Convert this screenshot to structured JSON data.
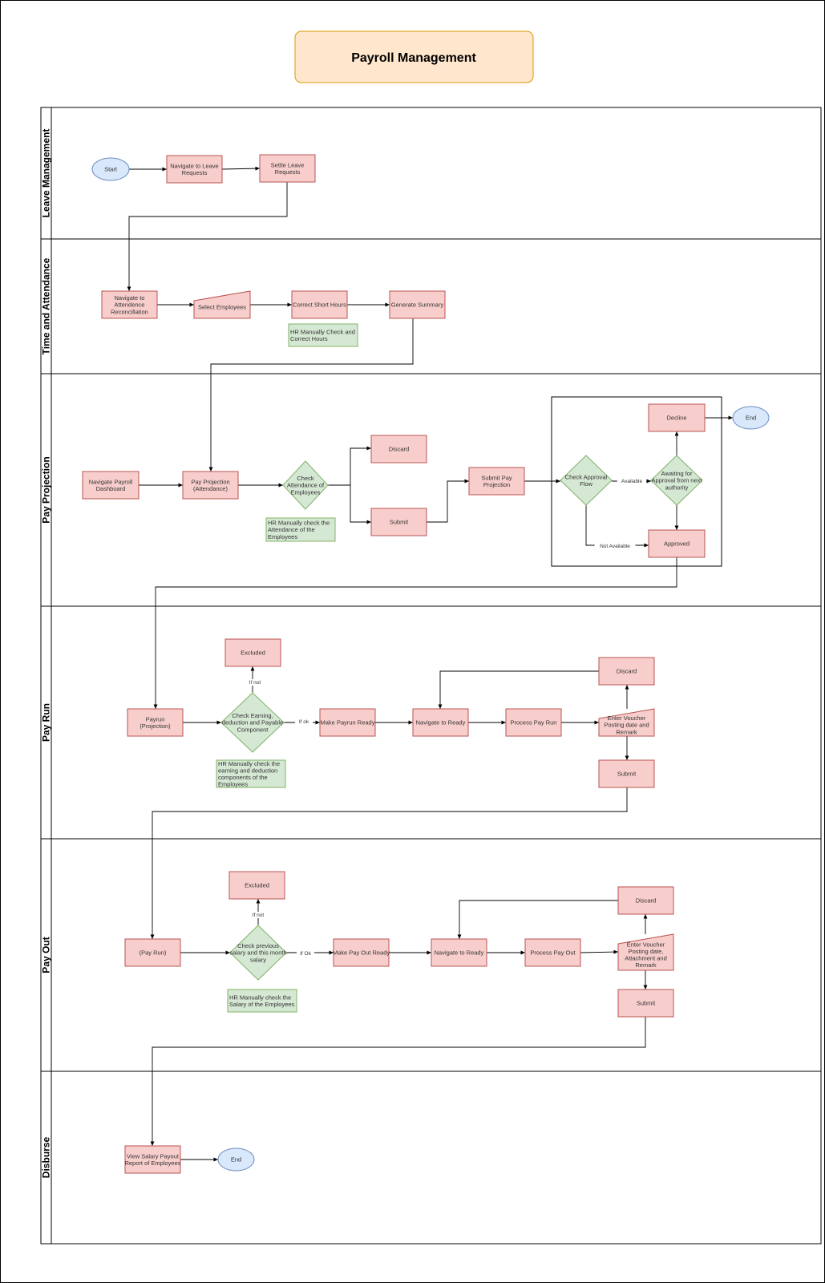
{
  "title": "Payroll Management",
  "colors": {
    "process_fill": "#f8cecc",
    "process_stroke": "#b85450",
    "decision_fill": "#d5e8d4",
    "decision_stroke": "#82b366",
    "note_fill": "#d5e8d4",
    "note_stroke": "#82b366",
    "terminal_fill": "#dae8fc",
    "terminal_stroke": "#6c8ebf",
    "title_fill": "#ffe6cc",
    "title_stroke": "#d79b00",
    "lane_stroke": "#000000",
    "edge": "#000000"
  },
  "lanes": [
    {
      "id": "leave",
      "label": "Leave Management"
    },
    {
      "id": "time",
      "label": "Time and Attendance"
    },
    {
      "id": "projection",
      "label": "Pay Projection"
    },
    {
      "id": "payrun",
      "label": "Pay Run"
    },
    {
      "id": "payout",
      "label": "Pay Out"
    },
    {
      "id": "disburse",
      "label": "Disburse"
    }
  ],
  "nodes": [
    {
      "id": "start",
      "type": "terminal",
      "lines": [
        "Start"
      ]
    },
    {
      "id": "nav_leave",
      "type": "process",
      "lines": [
        "Navigate to Leave",
        "Requests"
      ]
    },
    {
      "id": "settle_leave",
      "type": "process",
      "lines": [
        "Settle Leave",
        "Requests"
      ]
    },
    {
      "id": "nav_att",
      "type": "process",
      "lines": [
        "Navigate to",
        "Attendence",
        "Reconcillation"
      ]
    },
    {
      "id": "select_emp",
      "type": "manual",
      "lines": [
        "Select Employees"
      ]
    },
    {
      "id": "correct_hours",
      "type": "process",
      "lines": [
        "Correct Short Hours"
      ]
    },
    {
      "id": "gen_summary",
      "type": "process",
      "lines": [
        "Generate Summary"
      ]
    },
    {
      "id": "note_hours",
      "type": "note",
      "lines": [
        "HR Manually Check and",
        "Correct Hours"
      ]
    },
    {
      "id": "nav_payroll",
      "type": "process",
      "lines": [
        "Navigate Payroll",
        "Dashboard"
      ]
    },
    {
      "id": "pay_proj",
      "type": "process",
      "lines": [
        "Pay Projection",
        "(Attendance)"
      ]
    },
    {
      "id": "check_att",
      "type": "decision",
      "lines": [
        "Check",
        "Attendance of",
        "Employees"
      ]
    },
    {
      "id": "note_att",
      "type": "note",
      "lines": [
        "HR Manually check the",
        "Attendance of the",
        "Employees"
      ]
    },
    {
      "id": "discard1",
      "type": "process",
      "lines": [
        "Discard"
      ]
    },
    {
      "id": "submit1",
      "type": "process",
      "lines": [
        "Submit"
      ]
    },
    {
      "id": "submit_proj",
      "type": "process",
      "lines": [
        "Submit Pay",
        "Projection"
      ]
    },
    {
      "id": "check_flow",
      "type": "decision",
      "lines": [
        "Check Approval",
        "Flow"
      ]
    },
    {
      "id": "awaiting",
      "type": "decision",
      "lines": [
        "Awaiting for",
        "Approval from next",
        "authority"
      ]
    },
    {
      "id": "decline",
      "type": "process",
      "lines": [
        "Decline"
      ]
    },
    {
      "id": "end1",
      "type": "terminal",
      "lines": [
        "End"
      ]
    },
    {
      "id": "approved",
      "type": "process",
      "lines": [
        "Approved"
      ]
    },
    {
      "id": "payrun_proj",
      "type": "process",
      "lines": [
        "Payrun",
        "(Projection)"
      ]
    },
    {
      "id": "check_earn",
      "type": "decision",
      "lines": [
        "Check Earning,",
        "deduction and Payable",
        "Component"
      ]
    },
    {
      "id": "excluded1",
      "type": "process",
      "lines": [
        "Excluded"
      ]
    },
    {
      "id": "note_earn",
      "type": "note",
      "lines": [
        "HR Manually check the",
        "earning and deduction",
        "components of the",
        "Employees"
      ]
    },
    {
      "id": "make_payrun",
      "type": "process",
      "lines": [
        "Make Payrun Ready"
      ]
    },
    {
      "id": "nav_ready1",
      "type": "process",
      "lines": [
        "Navigate to Ready"
      ]
    },
    {
      "id": "process_run",
      "type": "process",
      "lines": [
        "Process Pay Run"
      ]
    },
    {
      "id": "voucher1",
      "type": "manual",
      "lines": [
        "Enter Voucher",
        "Posting date and",
        "Remark"
      ]
    },
    {
      "id": "discard2",
      "type": "process",
      "lines": [
        "Discard"
      ]
    },
    {
      "id": "submit2",
      "type": "process",
      "lines": [
        "Submit"
      ]
    },
    {
      "id": "payrun_run",
      "type": "process",
      "lines": [
        "(Pay Run)"
      ]
    },
    {
      "id": "check_salary",
      "type": "decision",
      "lines": [
        "Check previous",
        "salary and this month",
        "salary"
      ]
    },
    {
      "id": "excluded2",
      "type": "process",
      "lines": [
        "Excluded"
      ]
    },
    {
      "id": "note_salary",
      "type": "note",
      "lines": [
        "HR Manually check the",
        "Salary of the Employees"
      ]
    },
    {
      "id": "make_payout",
      "type": "process",
      "lines": [
        "Make Pay Out Ready"
      ]
    },
    {
      "id": "nav_ready2",
      "type": "process",
      "lines": [
        "Navigate to Ready"
      ]
    },
    {
      "id": "process_out",
      "type": "process",
      "lines": [
        "Process Pay Out"
      ]
    },
    {
      "id": "voucher2",
      "type": "manual",
      "lines": [
        "Enter Voucher",
        "Posting date,",
        "Attachment and",
        "Remark"
      ]
    },
    {
      "id": "discard3",
      "type": "process",
      "lines": [
        "Discard"
      ]
    },
    {
      "id": "submit3",
      "type": "process",
      "lines": [
        "Submit"
      ]
    },
    {
      "id": "view_report",
      "type": "process",
      "lines": [
        "View Salary Payout",
        "Report of Employees"
      ]
    },
    {
      "id": "end2",
      "type": "terminal",
      "lines": [
        "End"
      ]
    }
  ],
  "edges": [
    {
      "from": "start",
      "to": "nav_leave",
      "label": ""
    },
    {
      "from": "nav_leave",
      "to": "settle_leave",
      "label": ""
    },
    {
      "from": "settle_leave",
      "to": "nav_att",
      "label": ""
    },
    {
      "from": "nav_att",
      "to": "select_emp",
      "label": ""
    },
    {
      "from": "select_emp",
      "to": "correct_hours",
      "label": ""
    },
    {
      "from": "correct_hours",
      "to": "gen_summary",
      "label": ""
    },
    {
      "from": "gen_summary",
      "to": "pay_proj",
      "label": ""
    },
    {
      "from": "nav_payroll",
      "to": "pay_proj",
      "label": ""
    },
    {
      "from": "pay_proj",
      "to": "check_att",
      "label": ""
    },
    {
      "from": "check_att",
      "to": "discard1",
      "label": ""
    },
    {
      "from": "check_att",
      "to": "submit1",
      "label": ""
    },
    {
      "from": "submit1",
      "to": "submit_proj",
      "label": ""
    },
    {
      "from": "submit_proj",
      "to": "check_flow",
      "label": ""
    },
    {
      "from": "check_flow",
      "to": "awaiting",
      "label": "Available"
    },
    {
      "from": "check_flow",
      "to": "approved",
      "label": "Not Available"
    },
    {
      "from": "awaiting",
      "to": "decline",
      "label": ""
    },
    {
      "from": "awaiting",
      "to": "approved",
      "label": ""
    },
    {
      "from": "decline",
      "to": "end1",
      "label": ""
    },
    {
      "from": "approved",
      "to": "payrun_proj",
      "label": ""
    },
    {
      "from": "payrun_proj",
      "to": "check_earn",
      "label": ""
    },
    {
      "from": "check_earn",
      "to": "excluded1",
      "label": "If not"
    },
    {
      "from": "check_earn",
      "to": "make_payrun",
      "label": "If ok"
    },
    {
      "from": "make_payrun",
      "to": "nav_ready1",
      "label": ""
    },
    {
      "from": "nav_ready1",
      "to": "process_run",
      "label": ""
    },
    {
      "from": "process_run",
      "to": "voucher1",
      "label": ""
    },
    {
      "from": "voucher1",
      "to": "discard2",
      "label": ""
    },
    {
      "from": "discard2",
      "to": "nav_ready1",
      "label": ""
    },
    {
      "from": "voucher1",
      "to": "submit2",
      "label": ""
    },
    {
      "from": "submit2",
      "to": "payrun_run",
      "label": ""
    },
    {
      "from": "payrun_run",
      "to": "check_salary",
      "label": ""
    },
    {
      "from": "check_salary",
      "to": "excluded2",
      "label": "If not"
    },
    {
      "from": "check_salary",
      "to": "make_payout",
      "label": "If Ok"
    },
    {
      "from": "make_payout",
      "to": "nav_ready2",
      "label": ""
    },
    {
      "from": "nav_ready2",
      "to": "process_out",
      "label": ""
    },
    {
      "from": "process_out",
      "to": "voucher2",
      "label": ""
    },
    {
      "from": "voucher2",
      "to": "discard3",
      "label": ""
    },
    {
      "from": "discard3",
      "to": "nav_ready2",
      "label": ""
    },
    {
      "from": "voucher2",
      "to": "submit3",
      "label": ""
    },
    {
      "from": "submit3",
      "to": "view_report",
      "label": ""
    },
    {
      "from": "view_report",
      "to": "end2",
      "label": ""
    }
  ]
}
